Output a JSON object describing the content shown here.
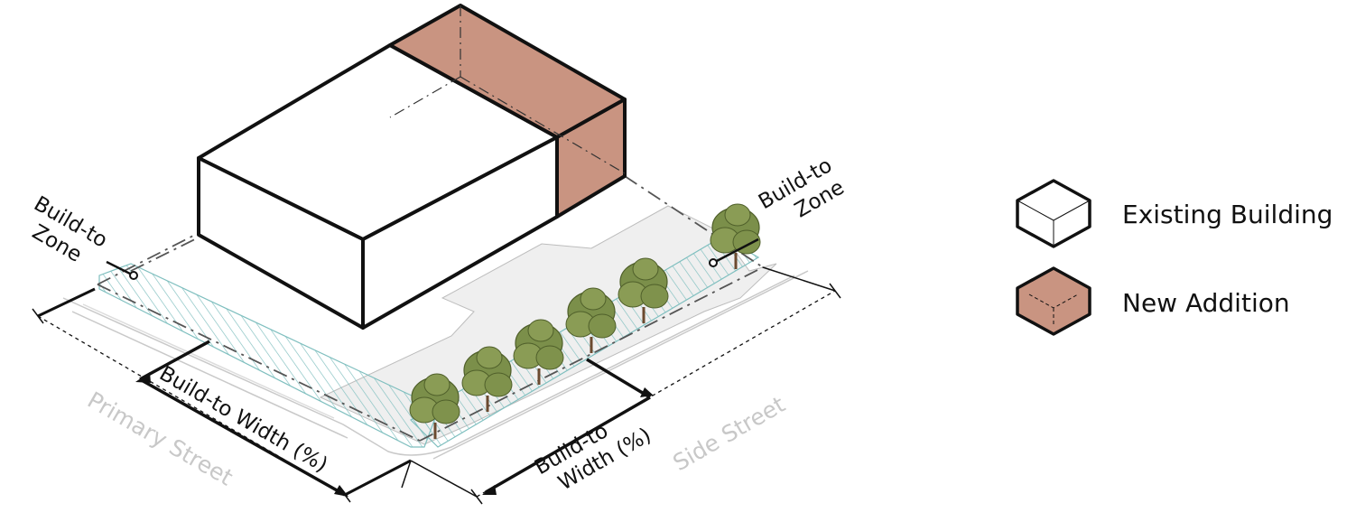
{
  "diagram": {
    "labels": {
      "build_to_zone_left_line1": "Build-to",
      "build_to_zone_left_line2": "Zone",
      "build_to_zone_right_line1": "Build-to",
      "build_to_zone_right_line2": "Zone",
      "primary_width": "Build-to Width (%)",
      "side_width_line1": "Build-to",
      "side_width_line2": "Width (%)",
      "primary_street": "Primary Street",
      "side_street": "Side Street"
    }
  },
  "legend": {
    "items": [
      {
        "label": "Existing Building",
        "color": "#ffffff"
      },
      {
        "label": "New Addition",
        "color": "#c99481"
      }
    ]
  },
  "colors": {
    "addition": "#c99481",
    "hatch": "#7fbfbf",
    "sidewalk": "#efefef",
    "tree": "#7b8f4a",
    "outline": "#111111"
  }
}
